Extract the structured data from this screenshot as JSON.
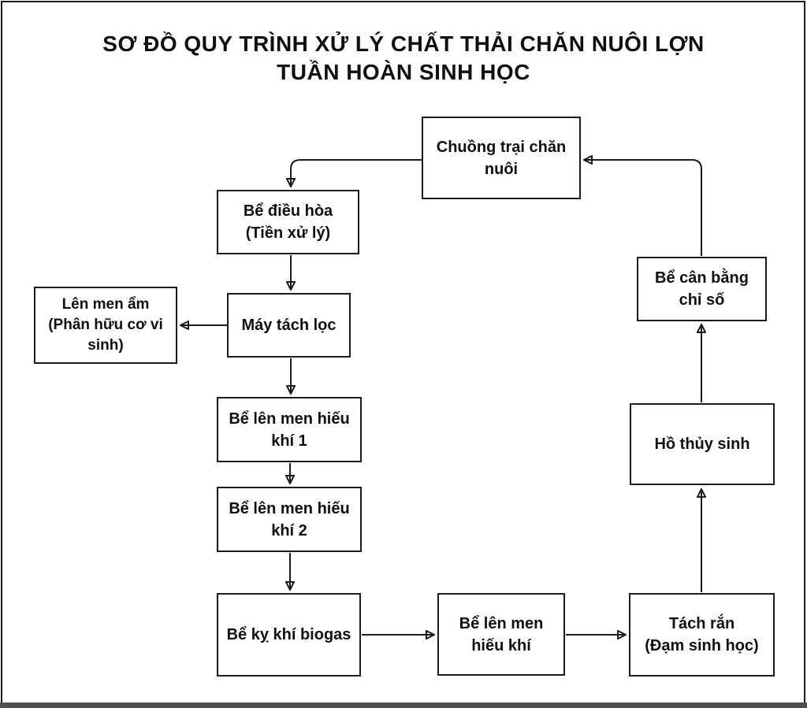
{
  "title": {
    "line1": "SƠ ĐỒ QUY TRÌNH XỬ LÝ CHẤT THẢI CHĂN NUÔI LỢN",
    "line2": "TUẦN HOÀN SINH HỌC"
  },
  "nodes": {
    "farm": {
      "lines": [
        "Chuồng trại chăn nuôi"
      ]
    },
    "equalization": {
      "lines": [
        "Bể điều hòa",
        "(Tiền xử lý)"
      ]
    },
    "moist_fermentation": {
      "lines": [
        "Lên men ẩm",
        "(Phân hữu cơ vi sinh)"
      ]
    },
    "separator": {
      "lines": [
        "Máy tách lọc"
      ]
    },
    "aerobic1": {
      "lines": [
        "Bể lên men hiếu khí 1"
      ]
    },
    "aerobic2": {
      "lines": [
        "Bể lên men hiếu khí 2"
      ]
    },
    "biogas": {
      "lines": [
        "Bể kỵ khí biogas"
      ]
    },
    "aerobic3": {
      "lines": [
        "Bể lên men",
        "hiếu khí"
      ]
    },
    "solid_separation": {
      "lines": [
        "Tách rắn",
        "(Đạm sinh học)"
      ]
    },
    "aquatic_pond": {
      "lines": [
        "Hồ thủy sinh"
      ]
    },
    "balance_tank": {
      "lines": [
        "Bể cân bằng",
        "chỉ số"
      ]
    }
  },
  "colors": {
    "line": "#1c1c1c",
    "text": "#101010",
    "frame_bottom": "#4f4f4f",
    "background": "#ffffff"
  }
}
